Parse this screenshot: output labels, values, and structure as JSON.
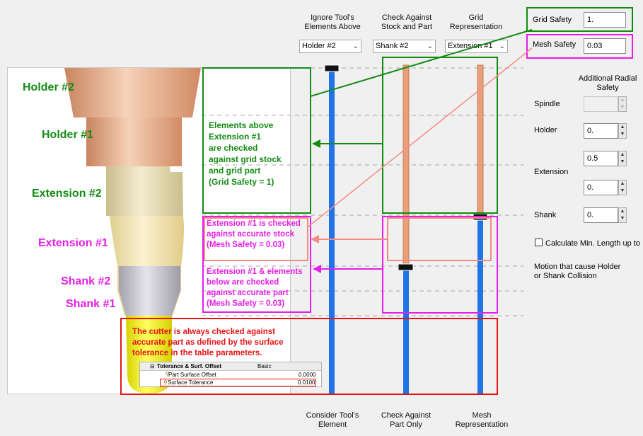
{
  "headers": {
    "ignore_tool": "Ignore Tool's\nElements Above",
    "check_stock_part": "Check Against\nStock and Part",
    "grid_representation": "Grid\nRepresentation",
    "consider_tool": "Consider Tool's\nElement",
    "check_part_only": "Check Against\nPart Only",
    "mesh_representation": "Mesh\nRepresentation"
  },
  "combos": {
    "ignore": "Holder #2",
    "check": "Shank #2",
    "grid": "Extension #1"
  },
  "safety": {
    "grid_label": "Grid Safety",
    "grid_value": "1.",
    "mesh_label": "Mesh Safety",
    "mesh_value": "0.03"
  },
  "radial": {
    "title": "Additional Radial\nSafety",
    "spindle_label": "Spindle",
    "spindle_value": "",
    "holder_label": "Holder",
    "holder_value": "0.",
    "extension_label": "Extension",
    "extension_value_1": "0.5",
    "extension_value_2": "0.",
    "shank_label": "Shank",
    "shank_value": "0.",
    "calc_label": "Calculate Min. Length up to",
    "motion_text": "Motion that cause Holder\nor Shank Collision"
  },
  "tool_labels": {
    "holder2": "Holder #2",
    "holder1": "Holder #1",
    "ext2": "Extension #2",
    "ext1": "Extension #1",
    "shank2": "Shank #2",
    "shank1": "Shank #1"
  },
  "annotations": {
    "grid_note": "Elements above\nExtension #1\nare checked\nagainst grid stock\nand grid part\n(Grid Safety = 1)",
    "ext1_note": "Extension #1 is checked\nagainst accurate stock\n(Mesh Safety = 0.03)",
    "below_note": "Extension #1 & elements\nbelow are checked\nagainst accurate part\n(Mesh Safety = 0.03)",
    "cutter_note": "The cutter is always checked against\naccurate part as defined by the surface\ntolerance in the table parameters."
  },
  "table": {
    "group": "Tolerance & Surf. Offset",
    "group_value": "Basic",
    "rows": [
      {
        "label": "Part Surface Offset",
        "value": "0.0000"
      },
      {
        "label": "Surface Tolerance",
        "value": "0.0100"
      }
    ]
  },
  "colors": {
    "green": "#148c14",
    "magenta": "#e61ee6",
    "red": "#e61414",
    "salmon": "#f58c82",
    "blue": "#2273e8",
    "copper": "#e8a07a"
  }
}
